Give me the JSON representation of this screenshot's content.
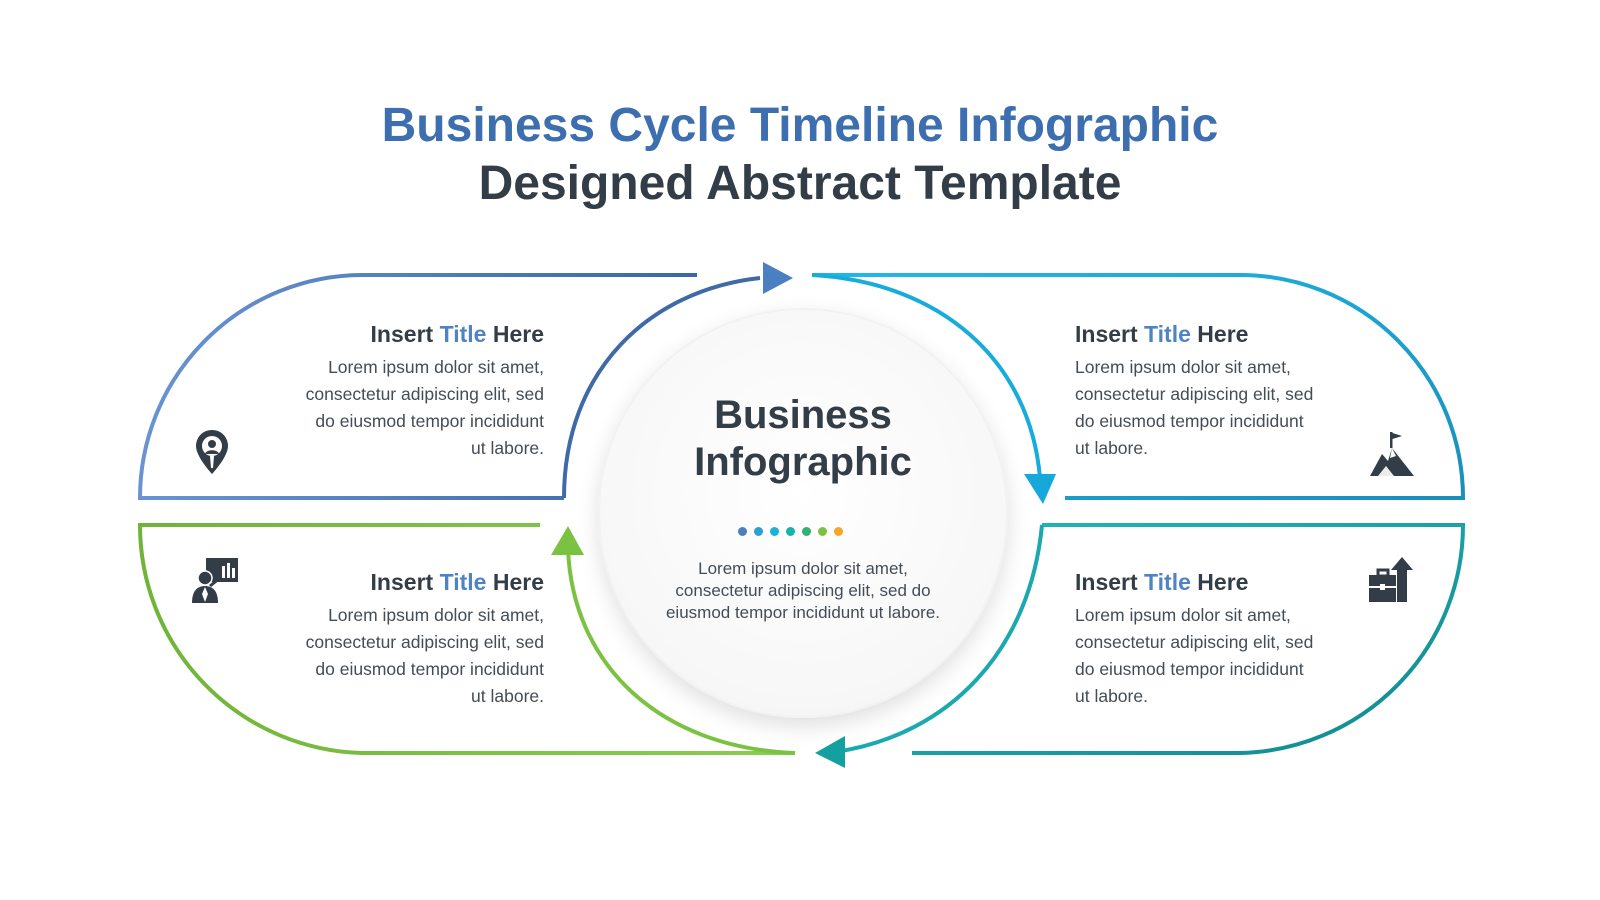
{
  "header": {
    "title_line1": "Business Cycle Timeline Infographic",
    "title_line2": "Designed Abstract Template"
  },
  "center": {
    "title_line1": "Business",
    "title_line2": "Infographic",
    "text": "Lorem ipsum dolor sit amet, consectetur adipiscing elit, sed do eiusmod tempor incididunt ut labore.",
    "dot_colors": [
      "#4a7fc1",
      "#2a9fd8",
      "#19b3d9",
      "#16b4a8",
      "#2fb36e",
      "#7cc242",
      "#f5a623"
    ]
  },
  "cards": [
    {
      "title_pre": "Insert ",
      "title_accent": "Title",
      "title_post": " Here",
      "lines": [
        "Lorem ipsum dolor sit amet,",
        "consectetur adipiscing elit, sed",
        "do eiusmod tempor incididunt",
        "ut labore."
      ],
      "icon": "location-pin-icon"
    },
    {
      "title_pre": "Insert ",
      "title_accent": "Title",
      "title_post": " Here",
      "lines": [
        "Lorem ipsum dolor sit amet,",
        "consectetur adipiscing elit, sed",
        "do eiusmod tempor incididunt",
        "ut labore."
      ],
      "icon": "mountain-flag-icon"
    },
    {
      "title_pre": "Insert ",
      "title_accent": "Title",
      "title_post": " Here",
      "lines": [
        "Lorem ipsum dolor sit amet,",
        "consectetur adipiscing elit, sed",
        "do eiusmod tempor incididunt",
        "ut labore."
      ],
      "icon": "presenter-chart-icon"
    },
    {
      "title_pre": "Insert ",
      "title_accent": "Title",
      "title_post": " Here",
      "lines": [
        "Lorem ipsum dolor sit amet,",
        "consectetur adipiscing elit, sed",
        "do eiusmod tempor incididunt",
        "ut labore."
      ],
      "icon": "briefcase-growth-icon"
    }
  ],
  "colors": {
    "blue": "#4a7fc1",
    "cyan": "#19aee0",
    "teal": "#159b9c",
    "green": "#7cc242",
    "dark": "#333d47",
    "accent": "#4f83c4"
  }
}
